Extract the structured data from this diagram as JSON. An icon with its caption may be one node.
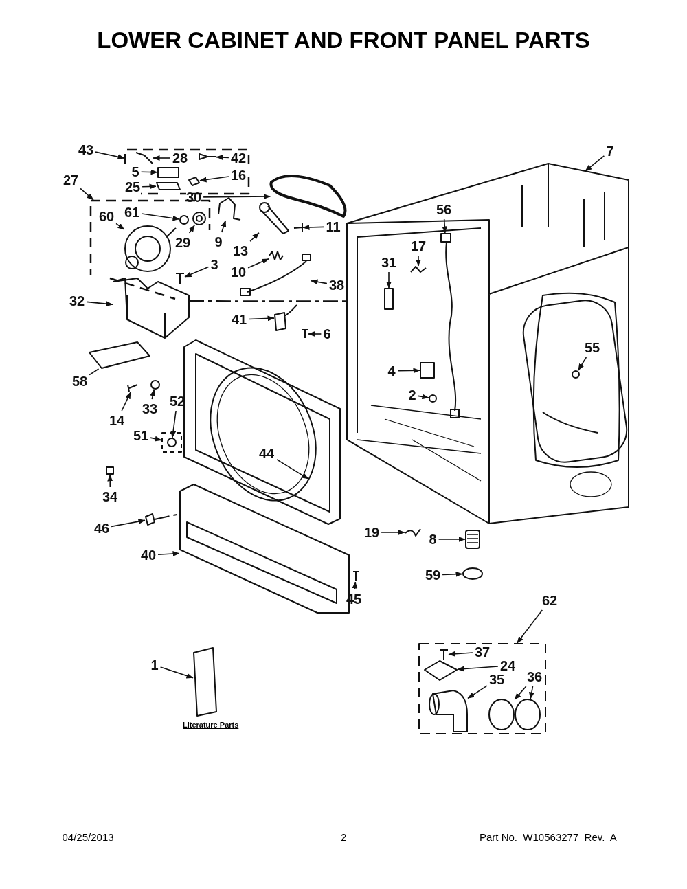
{
  "diagram": {
    "title": "LOWER CABINET AND FRONT PANEL PARTS",
    "nodes": [
      {
        "text": [
          "43"
        ]
      },
      {
        "text": [
          "28"
        ],
        "in": 46
      },
      {
        "text": [
          "42"
        ],
        "in": 46
      },
      {
        "text": [
          "5"
        ],
        "in": 46
      },
      {
        "text": [
          "16"
        ],
        "in": 46
      },
      {
        "text": [
          "25"
        ],
        "in": 46
      },
      {
        "text": [
          "27"
        ]
      },
      {
        "text": [
          "30"
        ]
      },
      {
        "text": [
          "61"
        ],
        "in": 52
      },
      {
        "text": [
          "60"
        ],
        "in": 52
      },
      {
        "text": [
          "29"
        ],
        "in": 52
      },
      {
        "text": [
          "9"
        ]
      },
      {
        "text": [
          "13"
        ]
      },
      {
        "text": [
          "11"
        ]
      },
      {
        "text": [
          "3"
        ]
      },
      {
        "text": [
          "10"
        ]
      },
      {
        "text": [
          "38"
        ]
      },
      {
        "text": [
          "32"
        ]
      },
      {
        "text": [
          "41"
        ]
      },
      {
        "text": [
          "6"
        ]
      },
      {
        "text": [
          "58"
        ]
      },
      {
        "text": [
          "14"
        ]
      },
      {
        "text": [
          "33"
        ]
      },
      {
        "text": [
          "52"
        ]
      },
      {
        "text": [
          "51"
        ]
      },
      {
        "text": [
          "44"
        ],
        "in": 71
      },
      {
        "text": [
          "34"
        ]
      },
      {
        "text": [
          "46"
        ]
      },
      {
        "text": [
          "40"
        ]
      },
      {
        "text": [
          "45"
        ]
      },
      {
        "text": [
          "7"
        ]
      },
      {
        "text": [
          "56"
        ],
        "in": 76
      },
      {
        "text": [
          "17"
        ],
        "in": 76
      },
      {
        "text": [
          "31"
        ],
        "in": 76
      },
      {
        "text": [
          "4"
        ],
        "in": 76
      },
      {
        "text": [
          "2"
        ],
        "in": 76
      },
      {
        "text": [
          "55"
        ],
        "in": 76
      },
      {
        "text": [
          "19"
        ]
      },
      {
        "text": [
          "8"
        ]
      },
      {
        "text": [
          "59"
        ]
      },
      {
        "text": [
          "62"
        ]
      },
      {
        "text": [
          "37"
        ],
        "in": 86
      },
      {
        "text": [
          "24"
        ],
        "in": 86
      },
      {
        "text": [
          "35"
        ],
        "in": 86
      },
      {
        "text": [
          "36"
        ],
        "in": 86
      },
      {
        "text": [
          "1"
        ]
      },
      {
        "text": [],
        "shape": "box"
      },
      {
        "text": [],
        "shape": "picture",
        "in": 46
      },
      {
        "text": [],
        "shape": "picture",
        "in": 46
      },
      {
        "text": [],
        "shape": "box",
        "in": 46
      },
      {
        "text": [],
        "shape": "picture",
        "in": 46
      },
      {
        "text": [],
        "shape": "picture",
        "in": 46
      },
      {
        "text": [],
        "shape": "box"
      },
      {
        "text": [],
        "shape": "picture"
      },
      {
        "text": [],
        "shape": "circle",
        "in": 52
      },
      {
        "text": [],
        "shape": "picture",
        "in": 52
      },
      {
        "text": [],
        "shape": "picture",
        "in": 52
      },
      {
        "text": [],
        "shape": "picture"
      },
      {
        "text": [],
        "shape": "picture"
      },
      {
        "text": [],
        "shape": "picture"
      },
      {
        "text": [],
        "shape": "picture",
        "in": 52
      },
      {
        "text": [],
        "shape": "picture"
      },
      {
        "text": [],
        "shape": "picture"
      },
      {
        "text": [],
        "shape": "picture"
      },
      {
        "text": [],
        "shape": "picture"
      },
      {
        "text": [],
        "shape": "picture"
      },
      {
        "text": [],
        "shape": "picture"
      },
      {
        "text": [],
        "shape": "picture"
      },
      {
        "text": [],
        "shape": "circle"
      },
      {
        "text": [],
        "shape": "box"
      },
      {
        "text": [],
        "shape": "circle",
        "in": 69
      },
      {
        "text": [],
        "shape": "picture"
      },
      {
        "text": [],
        "shape": "box"
      },
      {
        "text": [],
        "shape": "picture"
      },
      {
        "text": [],
        "shape": "picture"
      },
      {
        "text": [],
        "shape": "picture"
      },
      {
        "text": [],
        "shape": "picture"
      },
      {
        "text": [],
        "shape": "picture",
        "in": 76
      },
      {
        "text": [],
        "shape": "picture",
        "in": 76
      },
      {
        "text": [],
        "shape": "box",
        "in": 76
      },
      {
        "text": [],
        "shape": "box",
        "in": 76
      },
      {
        "text": [],
        "shape": "circle",
        "in": 76
      },
      {
        "text": [],
        "shape": "circle",
        "in": 76
      },
      {
        "text": [],
        "shape": "picture"
      },
      {
        "text": [],
        "shape": "picture"
      },
      {
        "text": [],
        "shape": "circle"
      },
      {
        "text": [],
        "shape": "box"
      },
      {
        "text": [],
        "shape": "picture",
        "in": 86
      },
      {
        "text": [],
        "shape": "picture",
        "in": 86
      },
      {
        "text": [],
        "shape": "picture",
        "in": 86
      },
      {
        "text": [],
        "shape": "circle",
        "in": 86
      },
      {
        "text": [],
        "shape": "circle",
        "in": 86
      },
      {
        "text": [],
        "shape": "picture",
        "beside": [
          "Literature Parts"
        ]
      }
    ],
    "edges": [
      {
        "from": 0,
        "to": 46,
        "arrow": "to"
      },
      {
        "from": 1,
        "to": 47,
        "arrow": "to"
      },
      {
        "from": 2,
        "to": 48,
        "arrow": "to"
      },
      {
        "from": 3,
        "to": 49,
        "arrow": "to"
      },
      {
        "from": 4,
        "to": 50,
        "arrow": "to"
      },
      {
        "from": 5,
        "to": 51,
        "arrow": "to"
      },
      {
        "from": 6,
        "to": 52,
        "arrow": "to"
      },
      {
        "from": 7,
        "to": 53,
        "arrow": "to"
      },
      {
        "from": 8,
        "to": 54,
        "arrow": "to"
      },
      {
        "from": 9,
        "to": 55,
        "arrow": "to"
      },
      {
        "from": 10,
        "to": 56,
        "arrow": "to"
      },
      {
        "from": 11,
        "to": 57,
        "arrow": "to"
      },
      {
        "from": 12,
        "to": 58,
        "arrow": "to"
      },
      {
        "from": 13,
        "to": 59,
        "arrow": "to"
      },
      {
        "from": 14,
        "to": 60,
        "arrow": "to"
      },
      {
        "from": 15,
        "to": 61,
        "arrow": "to"
      },
      {
        "from": 16,
        "to": 62,
        "arrow": "to"
      },
      {
        "from": 17,
        "to": 63,
        "arrow": "to"
      },
      {
        "from": 18,
        "to": 64,
        "arrow": "to"
      },
      {
        "from": 19,
        "to": 65,
        "arrow": "to"
      },
      {
        "from": 20,
        "to": 66,
        "arrow": "none"
      },
      {
        "from": 21,
        "to": 67,
        "arrow": "to"
      },
      {
        "from": 22,
        "to": 68,
        "arrow": "to"
      },
      {
        "from": 23,
        "to": 70,
        "arrow": "to"
      },
      {
        "from": 24,
        "to": 69,
        "arrow": "to"
      },
      {
        "from": 25,
        "to": 71,
        "arrow": "to"
      },
      {
        "from": 26,
        "to": 72,
        "arrow": "to"
      },
      {
        "from": 27,
        "to": 73,
        "arrow": "to"
      },
      {
        "from": 28,
        "to": 74,
        "arrow": "to"
      },
      {
        "from": 29,
        "to": 75,
        "arrow": "to"
      },
      {
        "from": 30,
        "to": 76,
        "arrow": "to"
      },
      {
        "from": 31,
        "to": 77,
        "arrow": "to"
      },
      {
        "from": 32,
        "to": 78,
        "arrow": "to"
      },
      {
        "from": 33,
        "to": 79,
        "arrow": "to"
      },
      {
        "from": 34,
        "to": 80,
        "arrow": "to"
      },
      {
        "from": 35,
        "to": 81,
        "arrow": "to"
      },
      {
        "from": 36,
        "to": 82,
        "arrow": "to"
      },
      {
        "from": 37,
        "to": 83,
        "arrow": "to"
      },
      {
        "from": 38,
        "to": 84,
        "arrow": "to"
      },
      {
        "from": 39,
        "to": 85,
        "arrow": "to"
      },
      {
        "from": 40,
        "to": 86,
        "arrow": "to"
      },
      {
        "from": 41,
        "to": 87,
        "arrow": "to"
      },
      {
        "from": 42,
        "to": 88,
        "arrow": "to"
      },
      {
        "from": 43,
        "to": 89,
        "arrow": "to"
      },
      {
        "from": 44,
        "to": 90,
        "arrow": "to"
      },
      {
        "from": 44,
        "to": 91,
        "arrow": "to"
      },
      {
        "from": 45,
        "to": 92,
        "arrow": "to"
      },
      {
        "from": 63,
        "to": 76,
        "arrow": "none",
        "style": "dashed"
      },
      {
        "from": 73,
        "to": 74,
        "arrow": "none",
        "style": "dashed"
      }
    ],
    "labels": [
      "04/25/2013",
      "2",
      "Part No.  W10563277  Rev.  A"
    ]
  }
}
